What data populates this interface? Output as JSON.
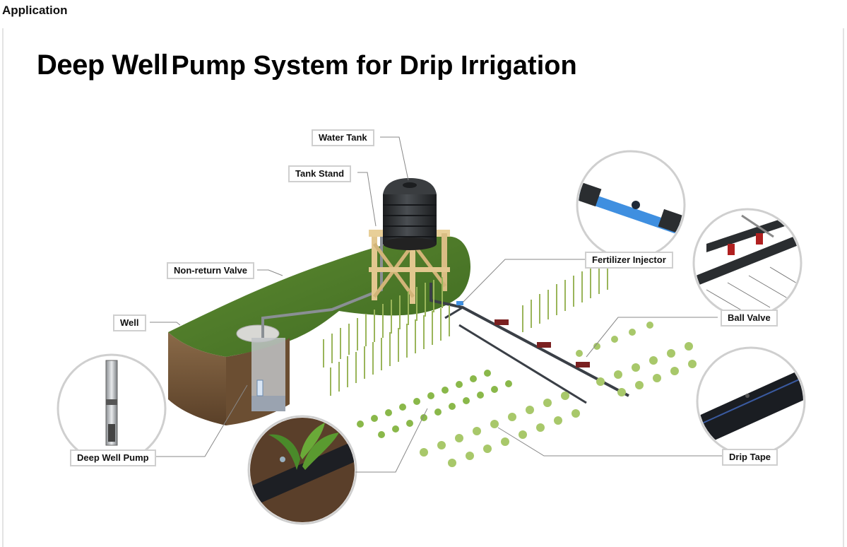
{
  "section": {
    "heading": "Application"
  },
  "figure": {
    "title_part1": "Deep Well",
    "title_part2": "Pump System for Drip Irrigation",
    "labels": {
      "water_tank": "Water Tank",
      "tank_stand": "Tank Stand",
      "non_return_valve": "Non-return Valve",
      "well": "Well",
      "deep_well_pump": "Deep Well Pump",
      "fertilizer_injector": "Fertilizer Injector",
      "ball_valve": "Ball Valve",
      "drip_tape": "Drip Tape"
    },
    "colors": {
      "grass": "#4f7a2a",
      "soil": "#7a5a3a",
      "tank": "#2b2e30",
      "stand": "#e2c78f",
      "pipe": "#2a2f36",
      "crop": "#7fae3f",
      "injector": "#3f8fe0"
    }
  }
}
